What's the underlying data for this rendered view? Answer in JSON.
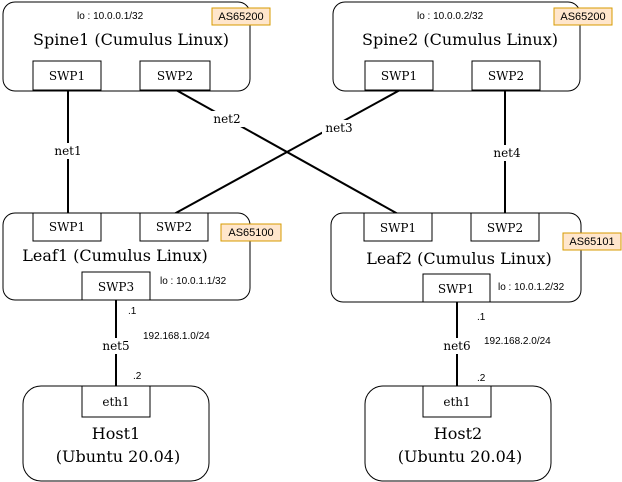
{
  "colors": {
    "as_badge_fill": "#ffe6cc",
    "as_badge_stroke": "#d79b00",
    "line": "#000000"
  },
  "spine1": {
    "title": "Spine1  (Cumulus Linux)",
    "lo": "lo : 10.0.0.1/32",
    "as": "AS65200",
    "port1": "SWP1",
    "port2": "SWP2"
  },
  "spine2": {
    "title": "Spine2  (Cumulus Linux)",
    "lo": "lo : 10.0.0.2/32",
    "as": "AS65200",
    "port1": "SWP1",
    "port2": "SWP2"
  },
  "leaf1": {
    "title": "Leaf1 (Cumulus Linux)",
    "lo": "lo : 10.0.1.1/32",
    "as": "AS65100",
    "port1": "SWP1",
    "port2": "SWP2",
    "port3": "SWP3"
  },
  "leaf2": {
    "title": "Leaf2  (Cumulus Linux)",
    "lo": "lo : 10.0.1.2/32",
    "as": "AS65101",
    "port1": "SWP1",
    "port2": "SWP2",
    "port3": "SWP1"
  },
  "host1": {
    "title_line1": "Host1",
    "title_line2": "(Ubuntu 20.04)",
    "port": "eth1"
  },
  "host2": {
    "title_line1": "Host2",
    "title_line2": "(Ubuntu 20.04)",
    "port": "eth1"
  },
  "links": {
    "net1": "net1",
    "net2": "net2",
    "net3": "net3",
    "net4": "net4",
    "net5": "net5",
    "net6": "net6"
  },
  "subnets": {
    "subnet1": "192.168.1.0/24",
    "subnet2": "192.168.2.0/24",
    "leaf1_host_octet": ".1",
    "host1_octet": ".2",
    "leaf2_host_octet": ".1",
    "host2_octet": ".2"
  }
}
